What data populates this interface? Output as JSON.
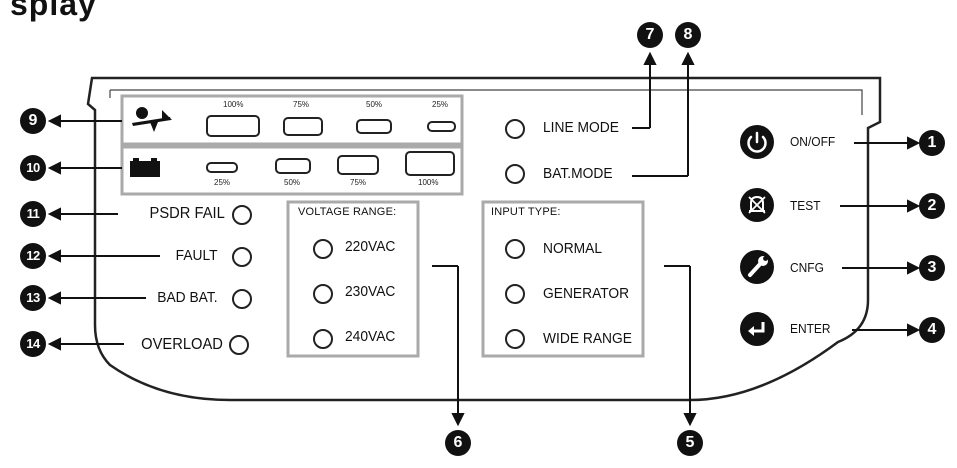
{
  "title_fragment": "splay",
  "load_bar": {
    "labels": [
      "100%",
      "75%",
      "50%",
      "25%"
    ]
  },
  "battery_bar": {
    "labels": [
      "25%",
      "50%",
      "75%",
      "100%"
    ]
  },
  "mode_indicators": {
    "line_mode": "LINE MODE",
    "bat_mode": "BAT.MODE"
  },
  "status_indicators": {
    "psdr_fail": "PSDR FAIL",
    "fault": "FAULT",
    "bad_bat": "BAD BAT.",
    "overload": "OVERLOAD"
  },
  "voltage_range": {
    "heading": "VOLTAGE RANGE:",
    "options": [
      "220VAC",
      "230VAC",
      "240VAC"
    ]
  },
  "input_type": {
    "heading": "INPUT TYPE:",
    "options": [
      "NORMAL",
      "GENERATOR",
      "WIDE RANGE"
    ]
  },
  "buttons": {
    "on_off": "ON/OFF",
    "test": "TEST",
    "cnfg": "CNFG",
    "enter": "ENTER"
  },
  "callouts": {
    "c1": "1",
    "c2": "2",
    "c3": "3",
    "c4": "4",
    "c5": "5",
    "c6": "6",
    "c7": "7",
    "c8": "8",
    "c9": "9",
    "c10": "10",
    "c11": "11",
    "c12": "12",
    "c13": "13",
    "c14": "14"
  }
}
